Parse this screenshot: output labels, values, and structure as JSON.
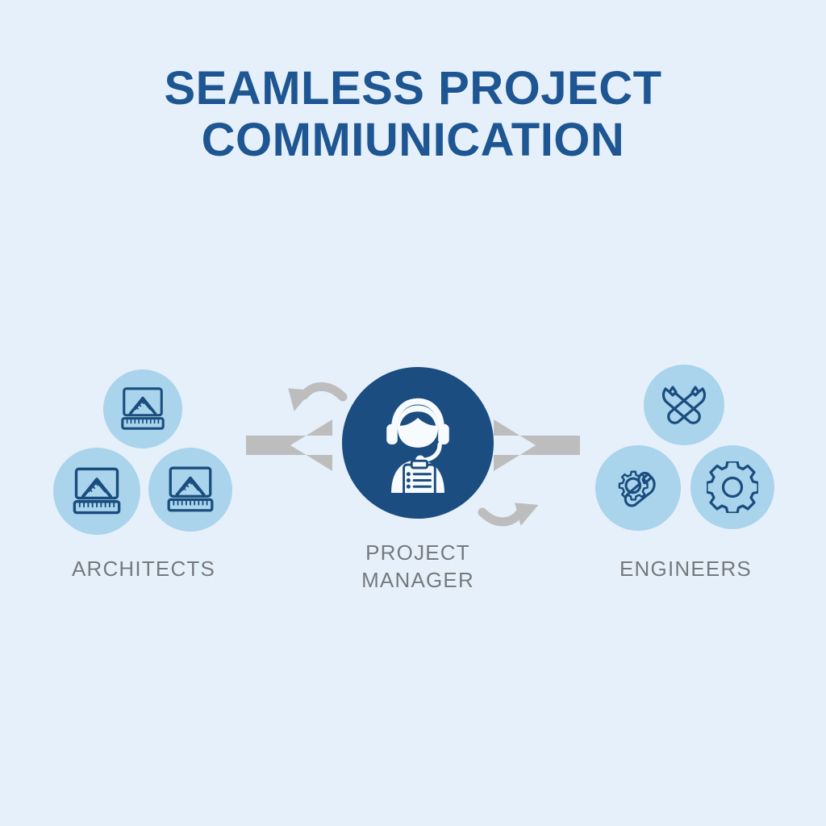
{
  "page": {
    "background_color": "#e6f0fa",
    "accent_dark_blue": "#1c4d80",
    "accent_title_blue": "#1d5693",
    "accent_light_blue": "#a9d4ec",
    "icon_stroke_blue": "#1a4d7e",
    "label_gray": "#74797e",
    "arrow_gray": "#bdbdbd"
  },
  "title": {
    "line1": "SEAMLESS PROJECT",
    "line2": "COMMIUNICATION"
  },
  "diagram": {
    "left_group": {
      "label": "ARCHITECTS",
      "icons": [
        {
          "name": "drafting-ruler-icon",
          "position": "top"
        },
        {
          "name": "drafting-ruler-icon",
          "position": "bottom-left"
        },
        {
          "name": "drafting-ruler-icon",
          "position": "bottom-right"
        }
      ]
    },
    "center_node": {
      "label_line1": "PROJECT",
      "label_line2": "MANAGER",
      "icon": "headset-operator-clipboard-icon"
    },
    "right_group": {
      "label": "ENGINEERS",
      "icons": [
        {
          "name": "crossed-wrenches-icon",
          "position": "top"
        },
        {
          "name": "gear-wrench-icon",
          "position": "bottom-left"
        },
        {
          "name": "gear-icon",
          "position": "bottom-right"
        }
      ]
    },
    "connectors": [
      {
        "name": "arrow-left-straight",
        "direction": "left"
      },
      {
        "name": "arrow-left-curved",
        "direction": "down-left"
      },
      {
        "name": "arrow-right-straight",
        "direction": "right"
      },
      {
        "name": "arrow-right-curved",
        "direction": "up-right"
      }
    ]
  }
}
